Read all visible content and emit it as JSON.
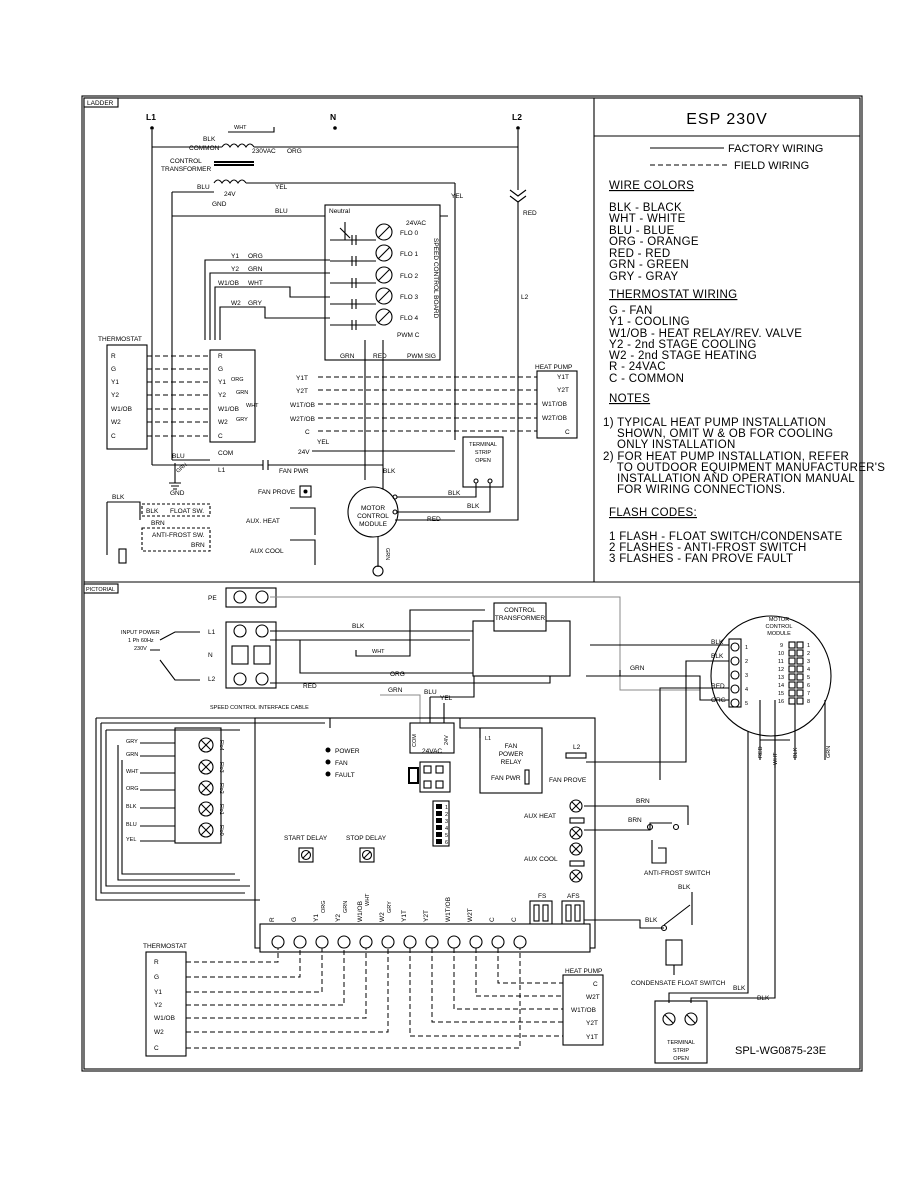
{
  "title": "ESP 230V",
  "drawing_number": "SPL-WG0875-23E",
  "sections": {
    "ladder": "LADDER",
    "pictorial": "PICTORIAL"
  },
  "legend": {
    "factory": "FACTORY WIRING",
    "field": "FIELD WIRING"
  },
  "wire_colors": {
    "heading": "WIRE COLORS",
    "items": [
      "BLK  -  BLACK",
      "WHT  -  WHITE",
      "BLU  -  BLUE",
      "ORG  -  ORANGE",
      "RED  -  RED",
      "GRN  -  GREEN",
      "GRY  -  GRAY"
    ]
  },
  "thermostat_wiring": {
    "heading": "THERMOSTAT WIRING",
    "items": [
      "G  -  FAN",
      "Y1  -  COOLING",
      "W1/OB  -  HEAT RELAY/REV. VALVE",
      "Y2  -  2nd STAGE COOLING",
      "W2  -  2nd STAGE HEATING",
      "R  -  24VAC",
      "C  -  COMMON"
    ]
  },
  "notes": {
    "heading": "NOTES",
    "lines": [
      "1) TYPICAL HEAT PUMP INSTALLATION",
      "    SHOWN, OMIT W & OB FOR COOLING",
      "    ONLY INSTALLATION",
      "2) FOR HEAT PUMP INSTALLATION, REFER",
      "    TO OUTDOOR EQUIPMENT MANUFACTURER'S",
      "    INSTALLATION AND OPERATION MANUAL",
      "    FOR WIRING CONNECTIONS."
    ]
  },
  "flash_codes": {
    "heading": "FLASH CODES:",
    "items": [
      "1  FLASH  -  FLOAT SWITCH/CONDENSATE",
      "2  FLASHES  -  ANTI-FROST SWITCH",
      "3  FLASHES  -  FAN PROVE FAULT"
    ]
  },
  "ladder": {
    "l1": "L1",
    "n": "N",
    "l2": "L2",
    "wht": "WHT",
    "blk": "BLK",
    "common": "COMMON",
    "v230": "230VAC",
    "org": "ORG",
    "transformer": [
      "CONTROL",
      "TRANSFORMER"
    ],
    "blu": "BLU",
    "v24": "24V",
    "gnd": "GND",
    "yel": "YEL",
    "red": "RED",
    "grn": "GRN",
    "gry": "GRY",
    "neutral": "Neutral",
    "v24vac": "24VAC",
    "flo": [
      "FLO 0",
      "FLO 1",
      "FLO 2",
      "FLO 3",
      "FLO 4"
    ],
    "speed_board": "SPEED CONTROL BOARD",
    "pwm_c": "PWM C",
    "pwm_sig": "PWM SIG",
    "wire_labels": [
      "Y1",
      "Y2",
      "W1/OB",
      "W2"
    ],
    "board_terms": [
      "R",
      "G",
      "Y1",
      "Y2",
      "W1/OB",
      "W2",
      "C",
      "COM",
      "L1"
    ],
    "thermostat": "THERMOSTAT",
    "tstat_terms": [
      "R",
      "G",
      "Y1",
      "Y2",
      "W1/OB",
      "W2",
      "C"
    ],
    "field_terms": [
      "Y1T",
      "Y2T",
      "W1T/OB",
      "W2T/OB",
      "C",
      "24V"
    ],
    "heat_pump": "HEAT PUMP",
    "hp_terms": [
      "Y1T",
      "Y2T",
      "W1T/OB",
      "W2T/OB",
      "C"
    ],
    "terminal_strip": [
      "TERMINAL",
      "STRIP",
      "OPEN"
    ],
    "fan_pwr": "FAN PWR",
    "fan_prove": "FAN PROVE",
    "float_sw": "FLOAT SW.",
    "anti_frost": "ANTI-FROST SW.",
    "brn": "BRN",
    "aux_heat": "AUX. HEAT",
    "aux_cool": "AUX COOL",
    "motor": [
      "MOTOR",
      "CONTROL",
      "MODULE"
    ]
  },
  "pictorial": {
    "pe": "PE",
    "l1": "L1",
    "n": "N",
    "l2": "L2",
    "input_power": [
      "INPUT POWER",
      "1 Ph 60Hz",
      "230V"
    ],
    "transformer": [
      "CONTROL",
      "TRANSFORMER"
    ],
    "blk": "BLK",
    "wht": "WHT",
    "org": "ORG",
    "red": "RED",
    "grn": "GRN",
    "blu": "BLU",
    "yel": "YEL",
    "gry": "GRY",
    "brn": "BRN",
    "cable": "SPEED CONTROL INTERFACE CABLE",
    "com": "COM",
    "v24": "24V",
    "v24vac": "24VAC",
    "relay": [
      "FAN",
      "POWER",
      "RELAY"
    ],
    "fan_pwr": "FAN PWR",
    "fan_prove": "FAN PROVE",
    "leds": [
      "POWER",
      "FAN",
      "FAULT"
    ],
    "flo": [
      "Flo4",
      "Flo3",
      "Flo2",
      "Flo1",
      "Flo0"
    ],
    "start_delay": "START DELAY",
    "stop_delay": "STOP DELAY",
    "aux_heat": "AUX HEAT",
    "aux_cool": "AUX COOL",
    "fs": "FS",
    "afs": "AFS",
    "anti_frost": "ANTI-FROST SWITCH",
    "condensate": "CONDENSATE FLOAT SWITCH",
    "motor": [
      "MOTOR",
      "CONTROL",
      "MODULE"
    ],
    "motor_pins": [
      "1",
      "2",
      "3",
      "4",
      "5"
    ],
    "motor_conn": [
      "9",
      "10",
      "11",
      "12",
      "13",
      "14",
      "15",
      "16",
      "1",
      "2",
      "3",
      "4",
      "5",
      "6",
      "7",
      "8"
    ],
    "terminals": [
      "R",
      "G",
      "Y1",
      "Y2",
      "W1/OB",
      "W2",
      "Y1T",
      "Y2T",
      "W1T/OB",
      "W2T",
      "C",
      "C"
    ],
    "thermostat": "THERMOSTAT",
    "tstat_terms": [
      "R",
      "G",
      "Y1",
      "Y2",
      "W1/OB",
      "W2",
      "C"
    ],
    "heat_pump": "HEAT PUMP",
    "hp_terms": [
      "C",
      "W2T",
      "W1T/OB",
      "Y2T",
      "Y1T"
    ],
    "terminal_strip": [
      "TERMINAL",
      "STRIP",
      "OPEN"
    ],
    "dip": [
      "1",
      "2",
      "3",
      "4",
      "5",
      "6"
    ]
  }
}
